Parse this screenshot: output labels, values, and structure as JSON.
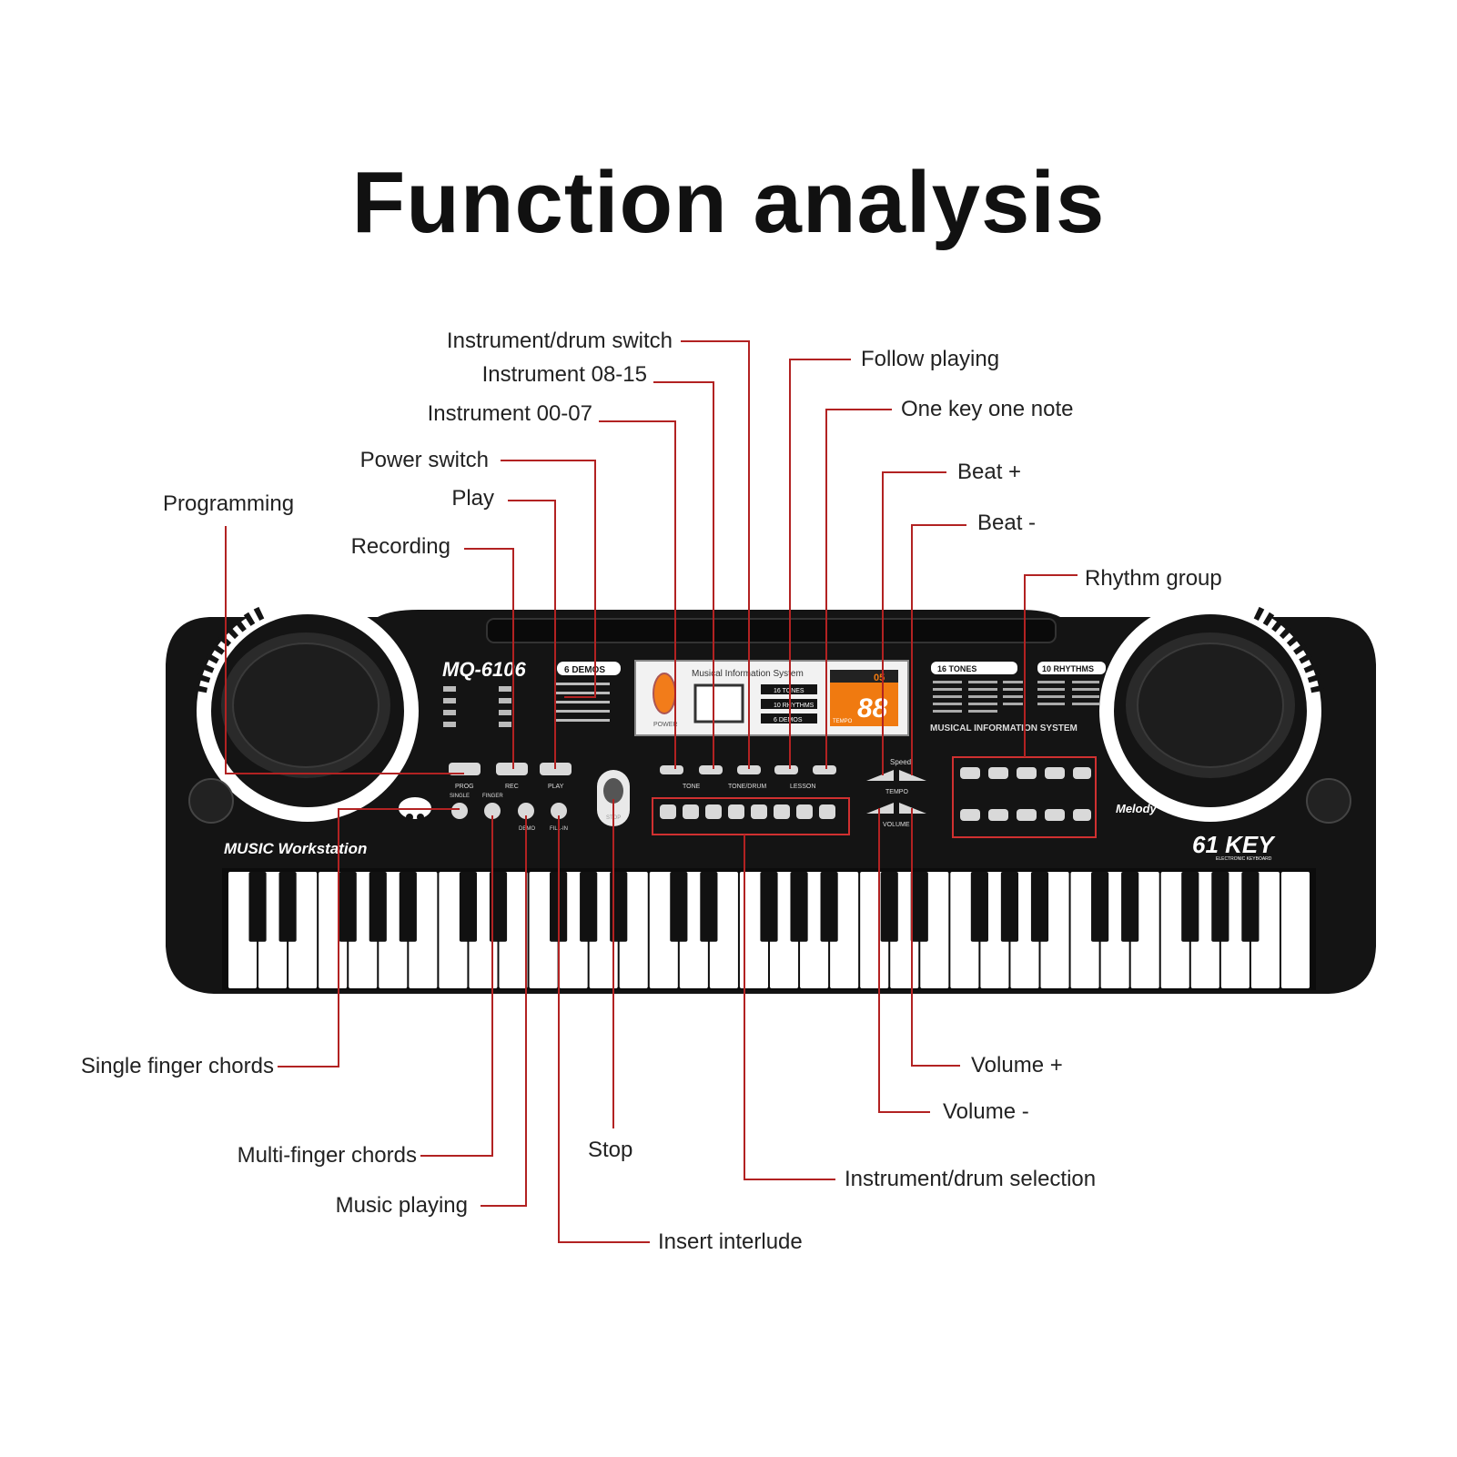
{
  "title": "Function analysis",
  "keyboard": {
    "model": "MQ-6106",
    "brand_left": "MUSIC Workstation",
    "brand_right": "61 KEY",
    "brand_right_sub": "ELECTRONIC KEYBOARD",
    "panel_title": "MUSICAL INFORMATION SYSTEM",
    "display_title": "Musical Information System",
    "lcd_top": "05",
    "lcd_main": "88",
    "lcd_tag": "TEMPO",
    "tones_badge": "16 TONES",
    "rhythms_badge": "10 RHYTHMS",
    "demos_badge": "6 DEMOS",
    "info_rows": [
      "16 TONES",
      "10 RHYTHMS",
      "6 DEMOS"
    ],
    "power_label": "POWER",
    "btn_prog": "PROG",
    "btn_rec": "REC",
    "btn_play": "PLAY",
    "btn_single": "SINGLE",
    "btn_finger": "FINGER",
    "btn_demo": "DEMO",
    "btn_fillin": "FILL-IN",
    "btn_stop": "STOP",
    "tone_label": "TONE",
    "tonedrum_label": "TONE/DRUM",
    "lesson_label": "LESSON",
    "tempo_label": "TEMPO",
    "volume_label": "VOLUME",
    "speed_label": "Speed",
    "mascot": "Melody",
    "white_key_count": 36,
    "colors": {
      "body": "#141414",
      "lead": "#b22222",
      "lcd": "#f07a10",
      "power": "#f27c1a"
    }
  },
  "labels": {
    "instrument_drum_switch": "Instrument/drum switch",
    "instrument_08_15": "Instrument 08-15",
    "instrument_00_07": "Instrument 00-07",
    "power_switch": "Power switch",
    "play": "Play",
    "recording": "Recording",
    "programming": "Programming",
    "follow_playing": "Follow playing",
    "one_key_one_note": "One key one note",
    "beat_plus": "Beat +",
    "beat_minus": "Beat -",
    "rhythm_group": "Rhythm group",
    "single_finger_chords": "Single finger chords",
    "multi_finger_chords": "Multi-finger chords",
    "music_playing": "Music playing",
    "stop": "Stop",
    "insert_interlude": "Insert interlude",
    "volume_plus": "Volume +",
    "volume_minus": "Volume -",
    "instrument_drum_selection": "Instrument/drum selection"
  }
}
